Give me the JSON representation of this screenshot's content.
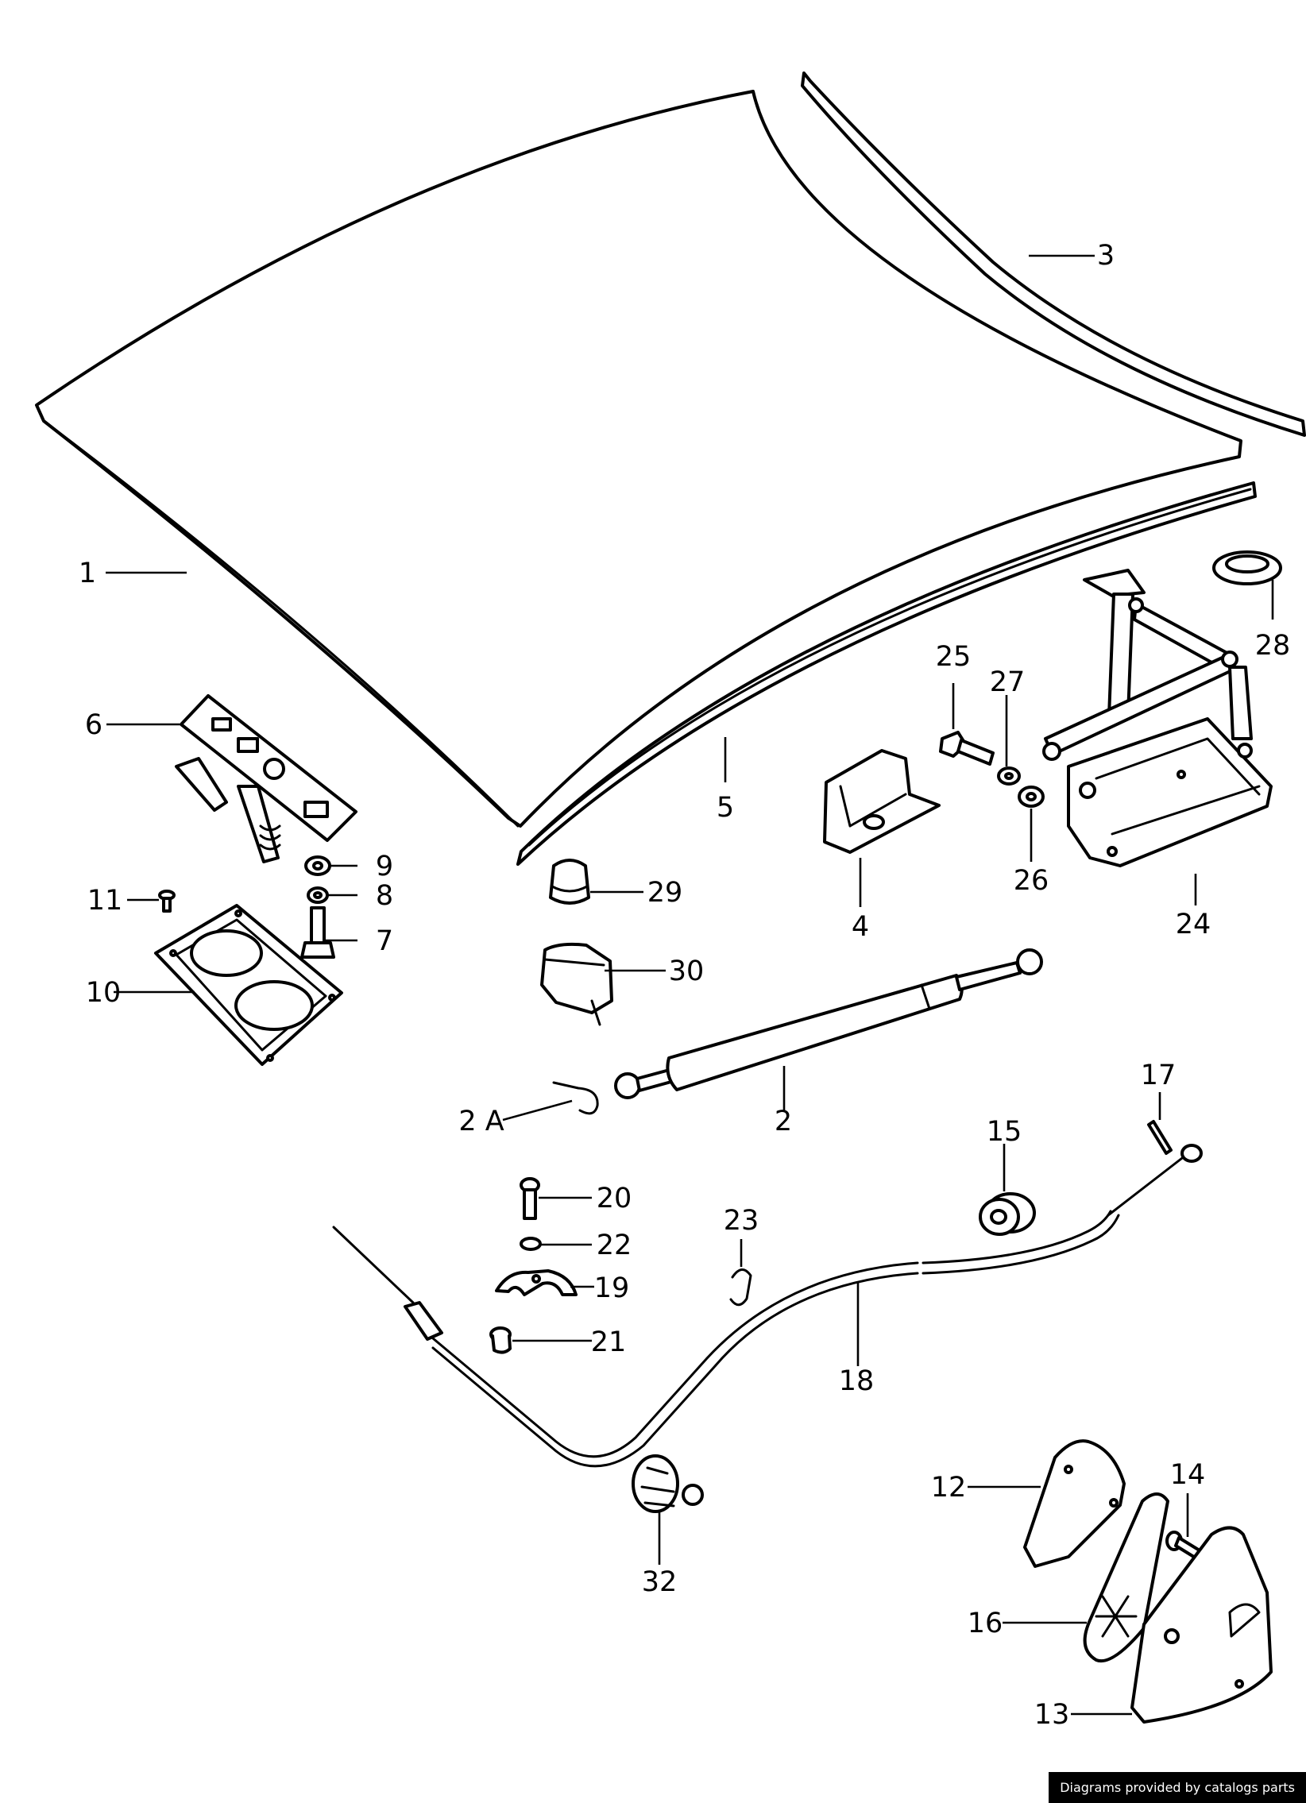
{
  "labels": {
    "p1": "1",
    "p2": "2",
    "p2a": "2 A",
    "p3": "3",
    "p4": "4",
    "p5": "5",
    "p6": "6",
    "p7": "7",
    "p8": "8",
    "p9": "9",
    "p10": "10",
    "p11": "11",
    "p12": "12",
    "p13": "13",
    "p14": "14",
    "p15": "15",
    "p16": "16",
    "p17": "17",
    "p18": "18",
    "p19": "19",
    "p20": "20",
    "p21": "21",
    "p22": "22",
    "p23": "23",
    "p24": "24",
    "p25": "25",
    "p26": "26",
    "p27": "27",
    "p28": "28",
    "p29": "29",
    "p30": "30",
    "p32": "32"
  },
  "credit": "Diagrams provided by catalogs parts"
}
